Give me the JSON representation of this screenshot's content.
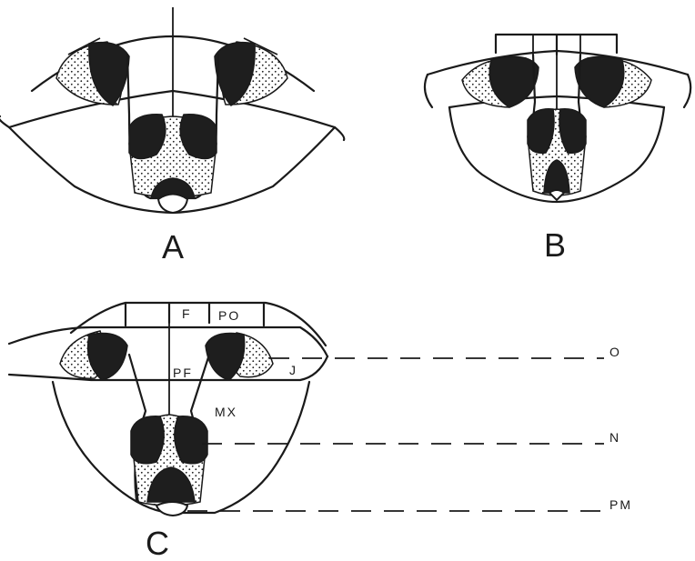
{
  "panels": {
    "a": {
      "label": "A"
    },
    "b": {
      "label": "B"
    },
    "c": {
      "label": "C"
    }
  },
  "bones": {
    "frontal": "F",
    "postorbital": "PO",
    "prefrontal": "PF",
    "jugal": "J",
    "maxilla": "MX"
  },
  "levels": {
    "orbit": "O",
    "naris": "N",
    "premaxilla": "PM"
  },
  "colors": {
    "ink": "#1a1a1a",
    "fill_dark": "#1e1e1e",
    "paper": "#ffffff"
  }
}
